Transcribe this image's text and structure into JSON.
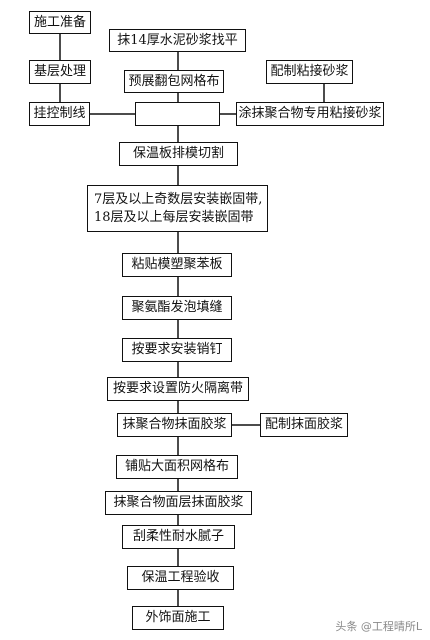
{
  "steps": {
    "prep": "施工准备",
    "base": "基层处理",
    "control_lines": "挂控制线",
    "plaster_14mm": "抹14厚水泥砂浆找平",
    "mesh_pre": "预展翻包网格布",
    "mix_bond_mortar": "配制粘接砂浆",
    "apply_bond_mortar": "涂抹聚合物专用粘接砂浆",
    "cut_board": "保温板排模切割",
    "fixing_band_line1": "7层及以上奇数层安装嵌固带,",
    "fixing_band_line2": "18层及以上每层安装嵌固带",
    "stick_eps": "粘贴模塑聚苯板",
    "pu_foam": "聚氨酯发泡填缝",
    "anchors": "按要求安装销钉",
    "fire_barrier": "按要求设置防火隔离带",
    "surface_mortar": "抹聚合物抹面胶浆",
    "mix_surface_mortar": "配制抹面胶浆",
    "mesh_lay": "铺贴大面积网格布",
    "top_mortar": "抹聚合物面层抹面胶浆",
    "putty": "刮柔性耐水腻子",
    "inspection": "保温工程验收",
    "finish": "外饰面施工"
  },
  "watermark": "头条 @工程晴所L"
}
